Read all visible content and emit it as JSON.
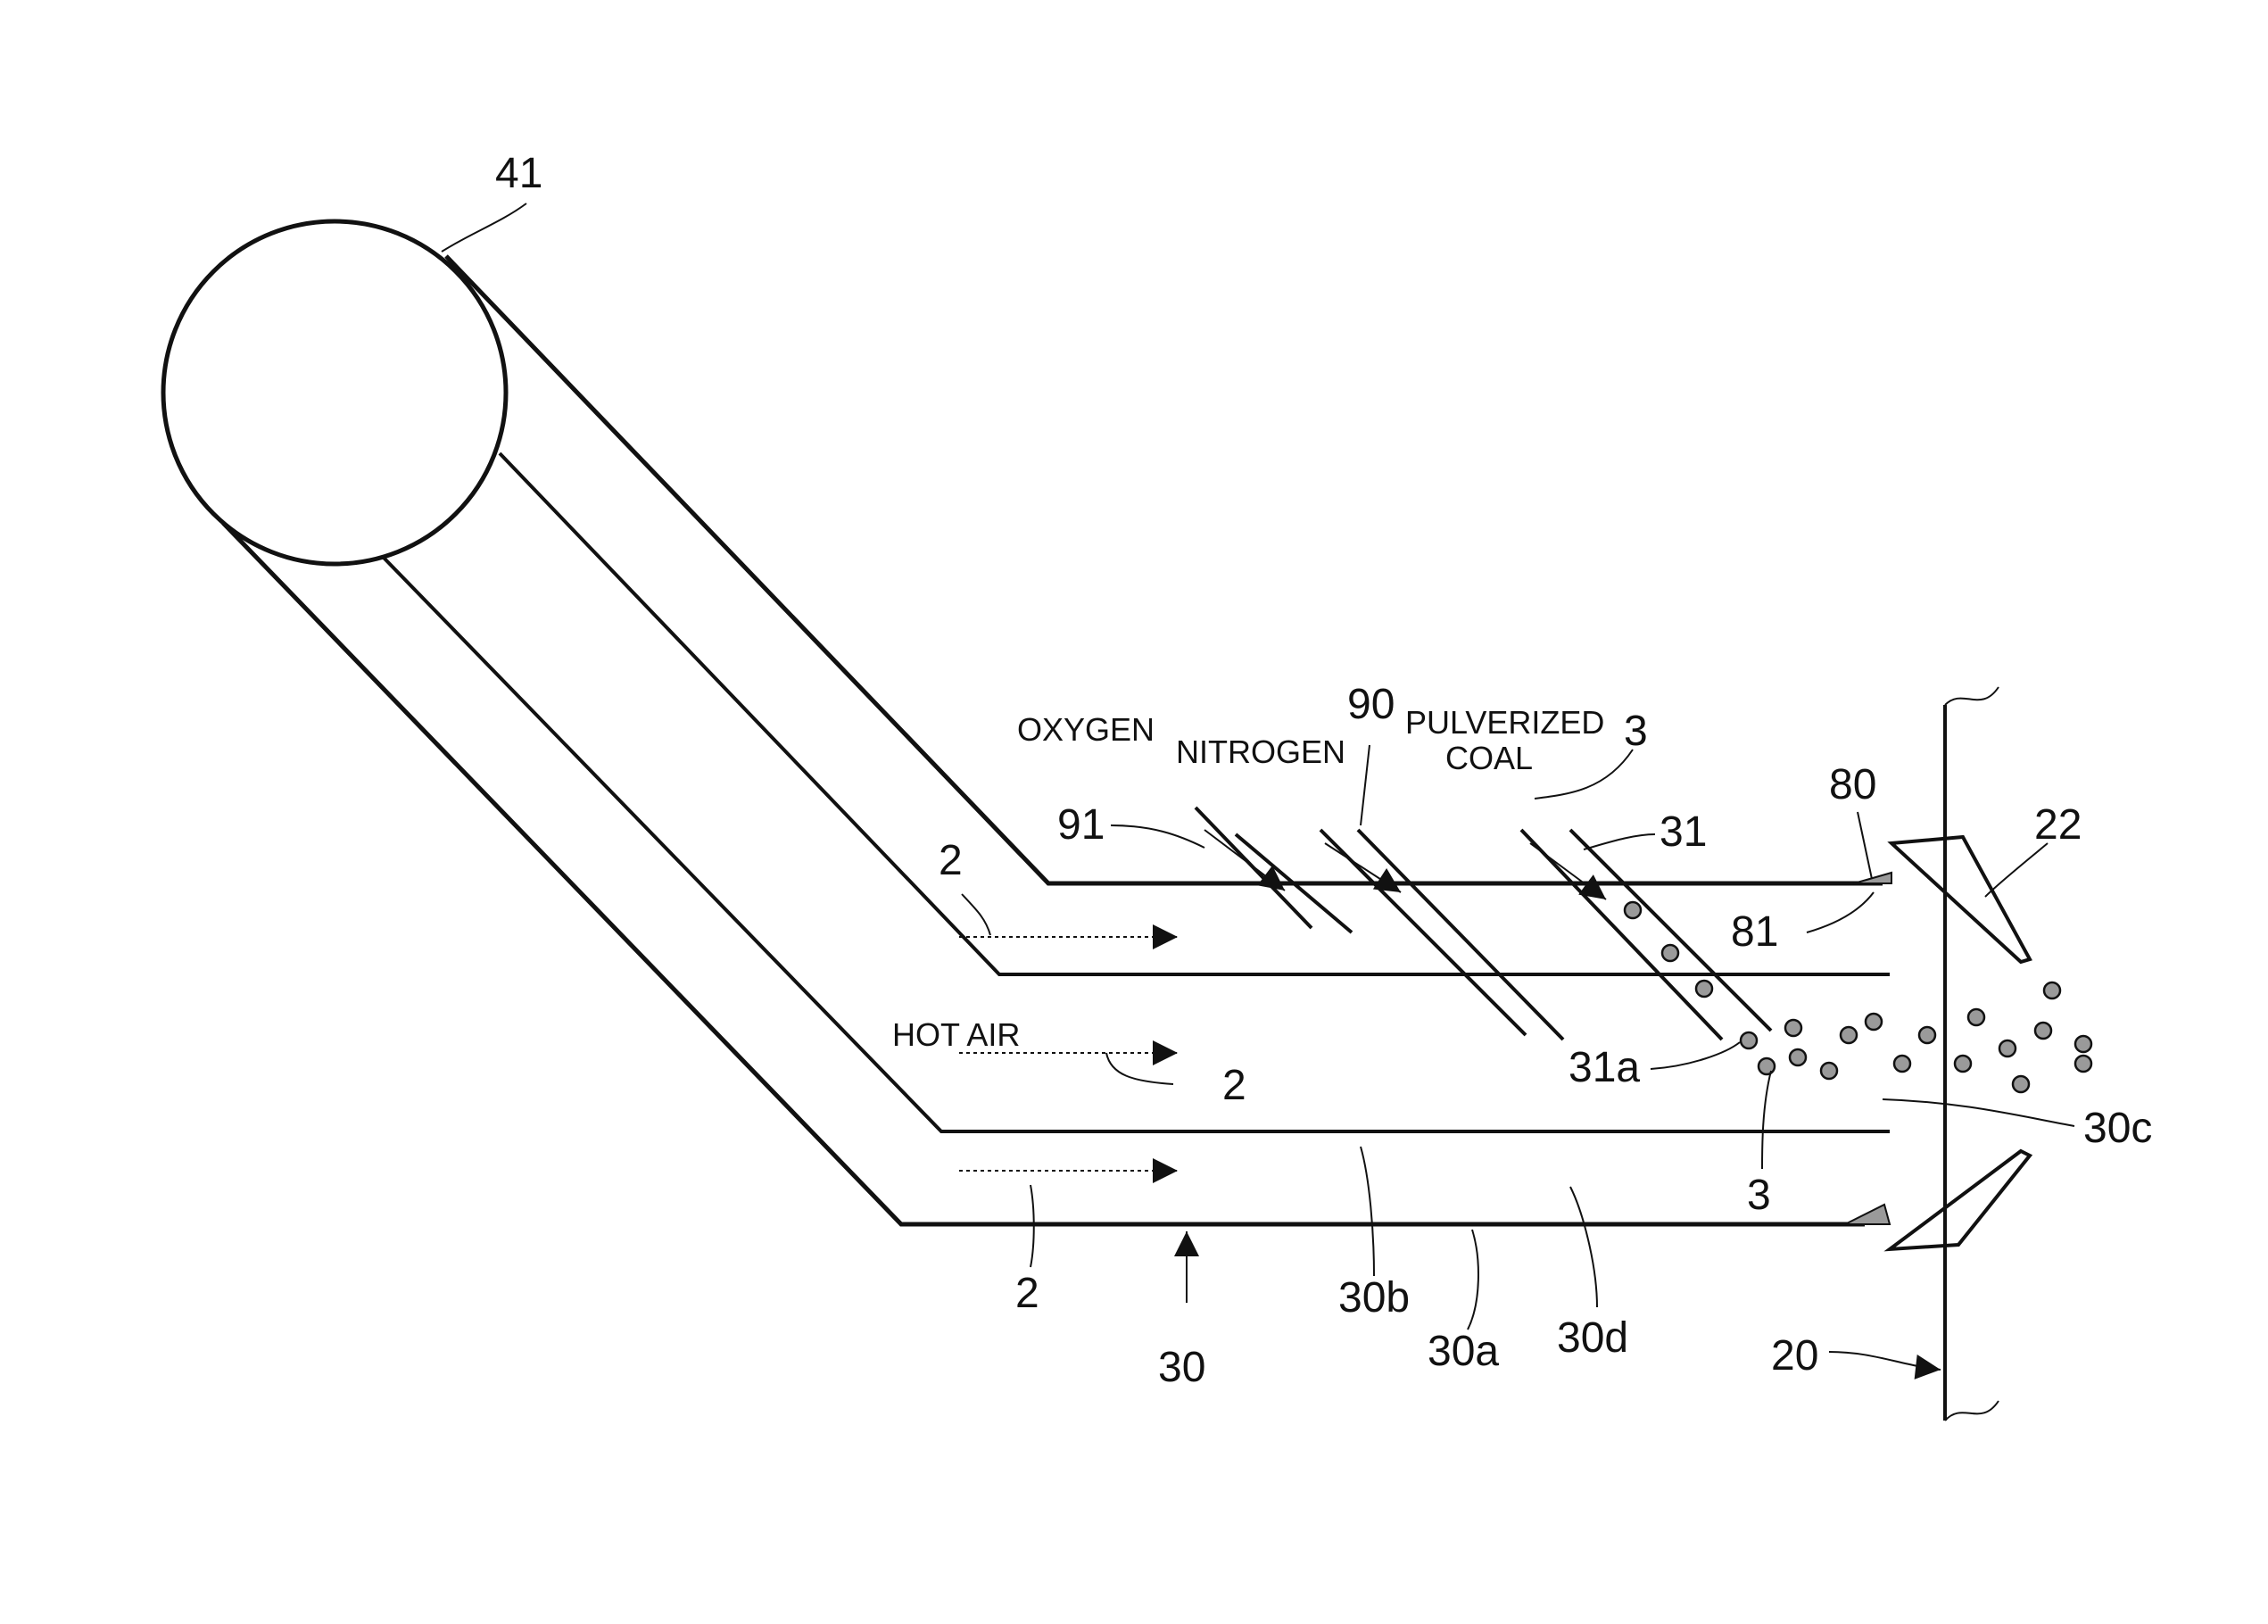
{
  "labels": {
    "drum": "41",
    "oxygen": "OXYGEN",
    "nitrogen": "NITROGEN",
    "pulverized_line1": "PULVERIZED",
    "pulverized_line2": "COAL",
    "ref_90": "90",
    "ref_3_top": "3",
    "ref_91": "91",
    "ref_31": "31",
    "ref_80": "80",
    "ref_22": "22",
    "ref_81": "81",
    "ref_2_top": "2",
    "hot_air": "HOT AIR",
    "ref_2_mid": "2",
    "ref_31a": "31a",
    "ref_30c": "30c",
    "ref_3_bottom": "3",
    "ref_2_bottom": "2",
    "ref_30b": "30b",
    "ref_30a": "30a",
    "ref_30d": "30d",
    "ref_30": "30",
    "ref_20": "20"
  }
}
